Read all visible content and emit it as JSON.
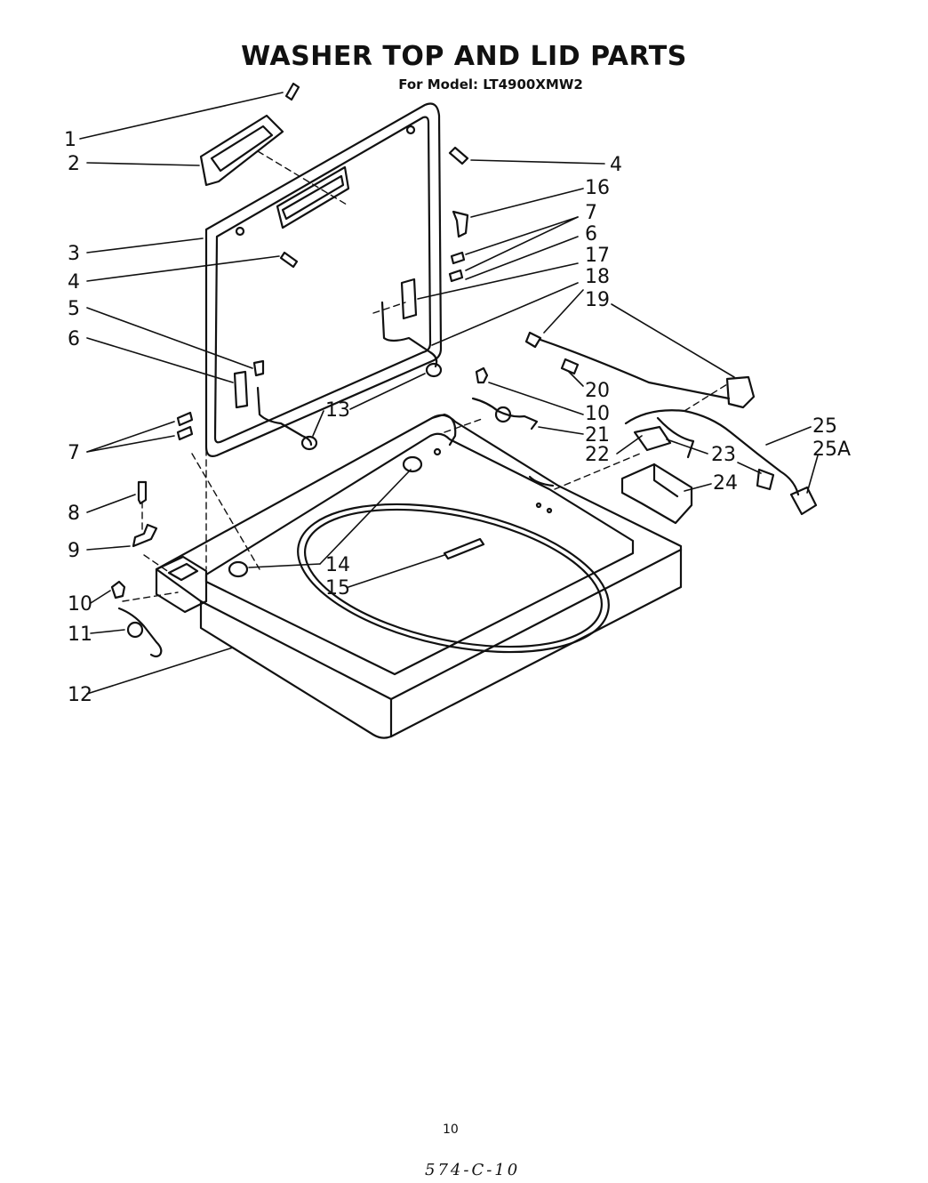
{
  "header": {
    "title": "WASHER TOP AND LID PARTS",
    "model_label": "For Model:",
    "model_number": "LT4900XMW2"
  },
  "callouts": [
    "1",
    "2",
    "3",
    "4",
    "5",
    "6",
    "7",
    "4",
    "16",
    "7",
    "6",
    "17",
    "18",
    "19",
    "20",
    "13",
    "10",
    "21",
    "22",
    "25",
    "25A",
    "23",
    "24",
    "8",
    "9",
    "14",
    "15",
    "10",
    "11",
    "12"
  ],
  "page_number": "10",
  "footer_code": "574-C-10"
}
